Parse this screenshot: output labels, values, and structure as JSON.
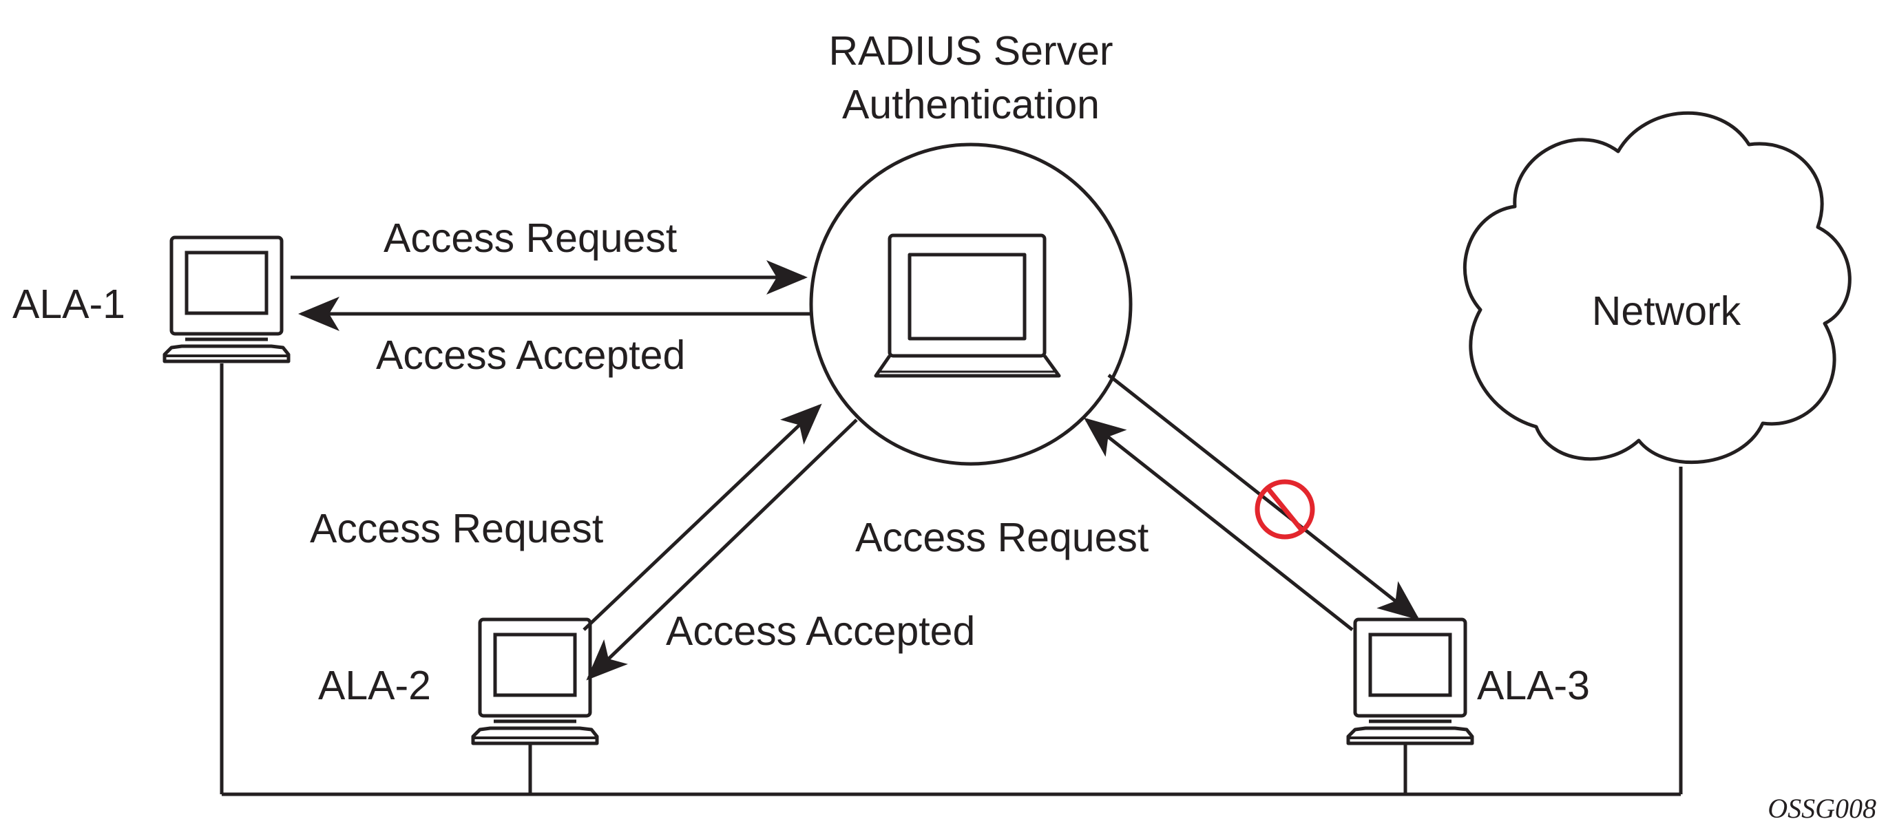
{
  "title": {
    "line1": "RADIUS Server",
    "line2": "Authentication"
  },
  "nodes": {
    "ala1": "ALA-1",
    "ala2": "ALA-2",
    "ala3": "ALA-3",
    "network": "Network"
  },
  "messages": {
    "ala1_request": "Access Request",
    "ala1_accepted": "Access Accepted",
    "ala2_request": "Access Request",
    "ala2_accepted": "Access Accepted",
    "ala3_request": "Access Request"
  },
  "figure_id": "OSSG008",
  "colors": {
    "line": "#231f20",
    "denied": "#e3262d"
  }
}
